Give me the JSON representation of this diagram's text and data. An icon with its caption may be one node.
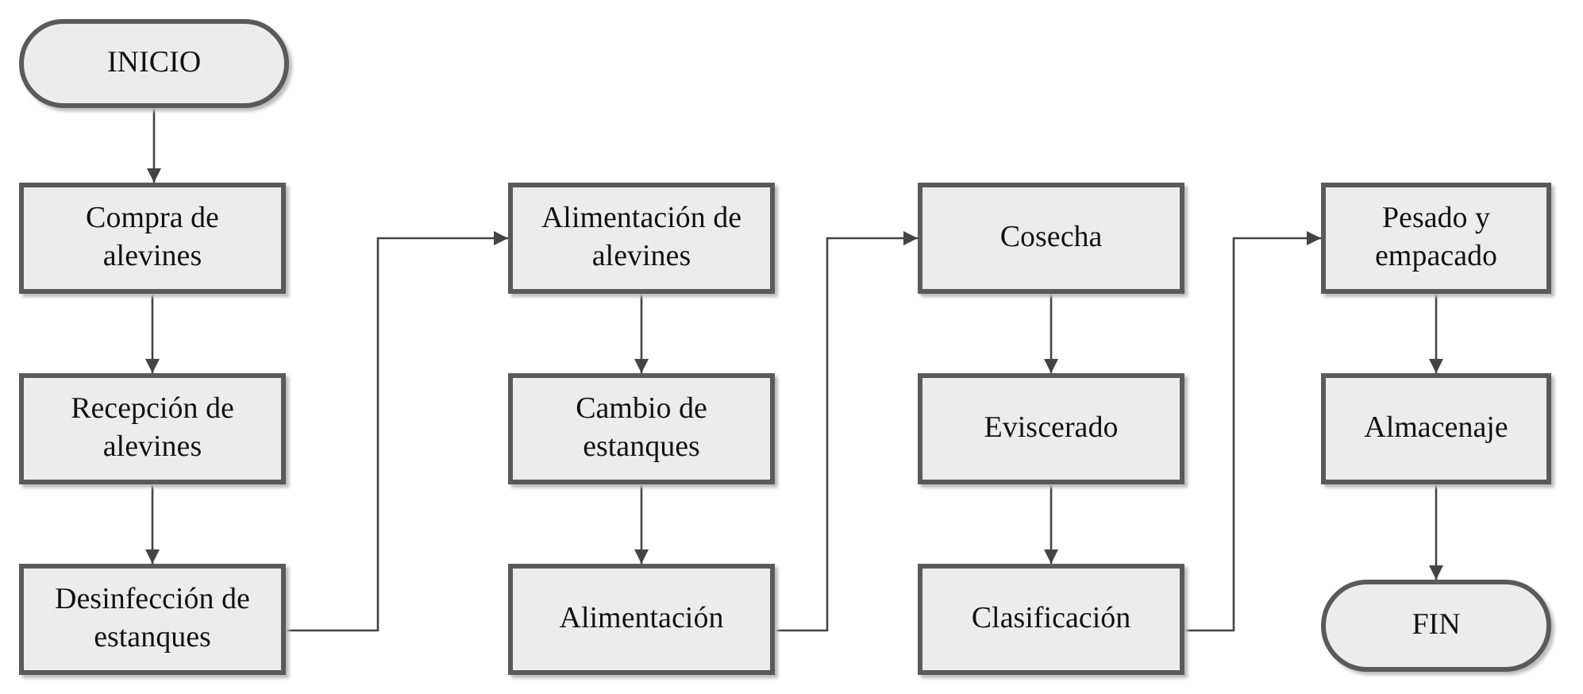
{
  "diagram": {
    "nodes": [
      {
        "text": [
          "INICIO"
        ]
      },
      {
        "text": [
          "Compra de alevines"
        ]
      },
      {
        "text": [
          "Recepción de alevines"
        ]
      },
      {
        "text": [
          "Desinfección de estanques"
        ]
      },
      {
        "text": [
          "Alimentación de alevines"
        ]
      },
      {
        "text": [
          "Cambio de estanques"
        ]
      },
      {
        "text": [
          "Alimentación"
        ]
      },
      {
        "text": [
          "Cosecha"
        ]
      },
      {
        "text": [
          "Eviscerado"
        ]
      },
      {
        "text": [
          "Clasificación"
        ]
      },
      {
        "text": [
          "Pesado y empacado"
        ]
      },
      {
        "text": [
          "Almacenaje"
        ]
      },
      {
        "text": [
          "FIN"
        ]
      }
    ],
    "edges": [
      {
        "from": 0,
        "to": 1,
        "arrow": "to"
      },
      {
        "from": 1,
        "to": 2,
        "arrow": "to"
      },
      {
        "from": 2,
        "to": 3,
        "arrow": "to"
      },
      {
        "from": 3,
        "to": 4,
        "arrow": "to"
      },
      {
        "from": 4,
        "to": 5,
        "arrow": "to"
      },
      {
        "from": 5,
        "to": 6,
        "arrow": "to"
      },
      {
        "from": 6,
        "to": 7,
        "arrow": "to"
      },
      {
        "from": 7,
        "to": 8,
        "arrow": "to"
      },
      {
        "from": 8,
        "to": 9,
        "arrow": "to"
      },
      {
        "from": 9,
        "to": 10,
        "arrow": "to"
      },
      {
        "from": 10,
        "to": 11,
        "arrow": "to"
      },
      {
        "from": 11,
        "to": 12,
        "arrow": "to"
      }
    ]
  }
}
